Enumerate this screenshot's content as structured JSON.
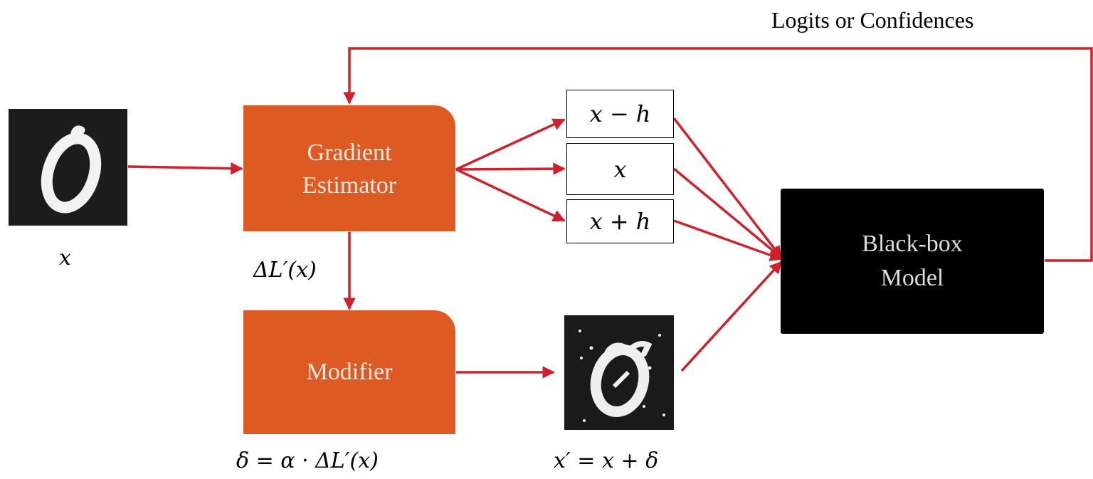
{
  "feedback_label": "Logits or Confidences",
  "input": {
    "label": "x",
    "image": "mnist-digit-zero"
  },
  "gradient_estimator": {
    "line1": "Gradient",
    "line2": "Estimator"
  },
  "gradient_output": "ΔL′(x)",
  "modifier": {
    "label": "Modifier"
  },
  "perturbation_formula": "δ = α · ΔL′(x)",
  "probes": {
    "minus": "x − h",
    "center": "x",
    "plus": "x + h"
  },
  "adversarial": {
    "label": "x′ = x + δ",
    "image": "perturbed-mnist-digit-zero"
  },
  "blackbox": {
    "line1": "Black-box",
    "line2": "Model"
  },
  "colors": {
    "arrow": "#d0202c",
    "block": "#dd5a23",
    "model": "#000000"
  }
}
